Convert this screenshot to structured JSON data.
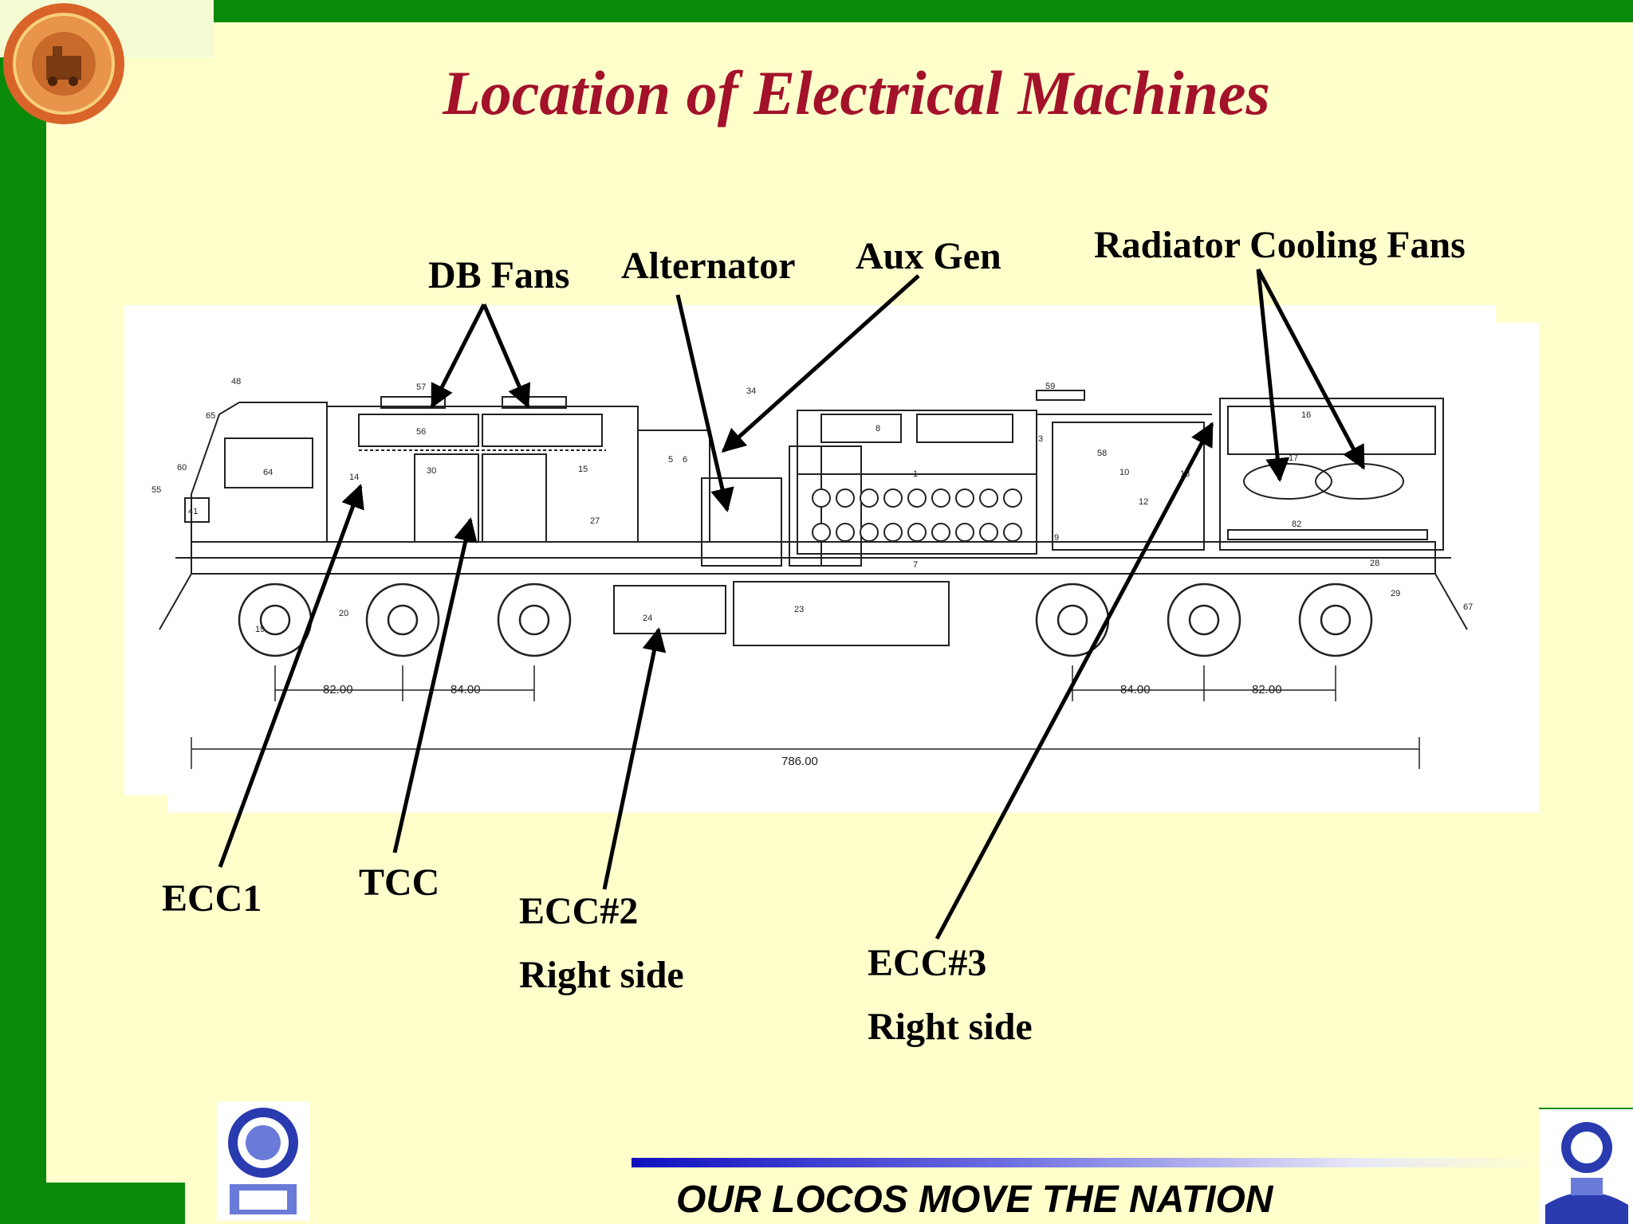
{
  "title": "Location of Electrical Machines",
  "footer": {
    "slogan": "OUR LOCOS MOVE THE NATION"
  },
  "labels": {
    "db_fans": "DB Fans",
    "alternator": "Alternator",
    "aux_gen": "Aux Gen",
    "radiator_fans": "Radiator Cooling Fans",
    "ecc1": "ECC1",
    "tcc": "TCC",
    "ecc2": "ECC#2",
    "ecc2_side": "Right side",
    "ecc3": "ECC#3",
    "ecc3_side": "Right side"
  },
  "dimensions": {
    "left_wheelbase_a": "82.00",
    "left_wheelbase_b": "84.00",
    "right_wheelbase_a": "84.00",
    "right_wheelbase_b": "82.00",
    "overall_length": "786.00"
  },
  "part_numbers": [
    "48",
    "65",
    "57",
    "56",
    "34",
    "59",
    "16",
    "64",
    "60",
    "55",
    "41",
    "14",
    "30",
    "15",
    "6",
    "5",
    "8",
    "3",
    "58",
    "10",
    "12",
    "13",
    "17",
    "82",
    "27",
    "24",
    "23",
    "19",
    "20",
    "28",
    "29",
    "67",
    "7",
    "9",
    "1"
  ],
  "colors": {
    "background": "#ffffcc",
    "frame_green": "#0a8a0a",
    "title_red": "#a3122a"
  },
  "icons": [
    "dlw-emblem-icon",
    "indian-railways-dlw-logo-icon",
    "dlw-design-logo-icon"
  ]
}
